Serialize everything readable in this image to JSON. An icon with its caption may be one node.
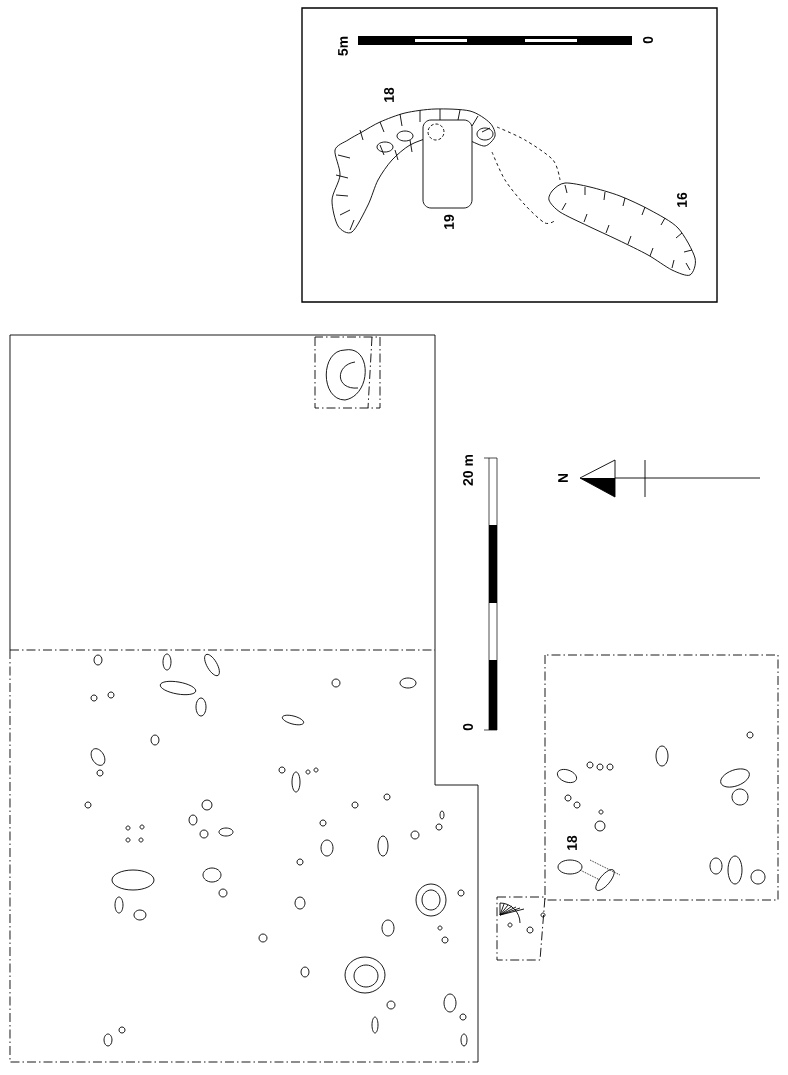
{
  "diagram": {
    "labels": [
      "5m",
      "0",
      "18",
      "19",
      "16",
      "20 m",
      "0",
      "N",
      "18"
    ]
  }
}
